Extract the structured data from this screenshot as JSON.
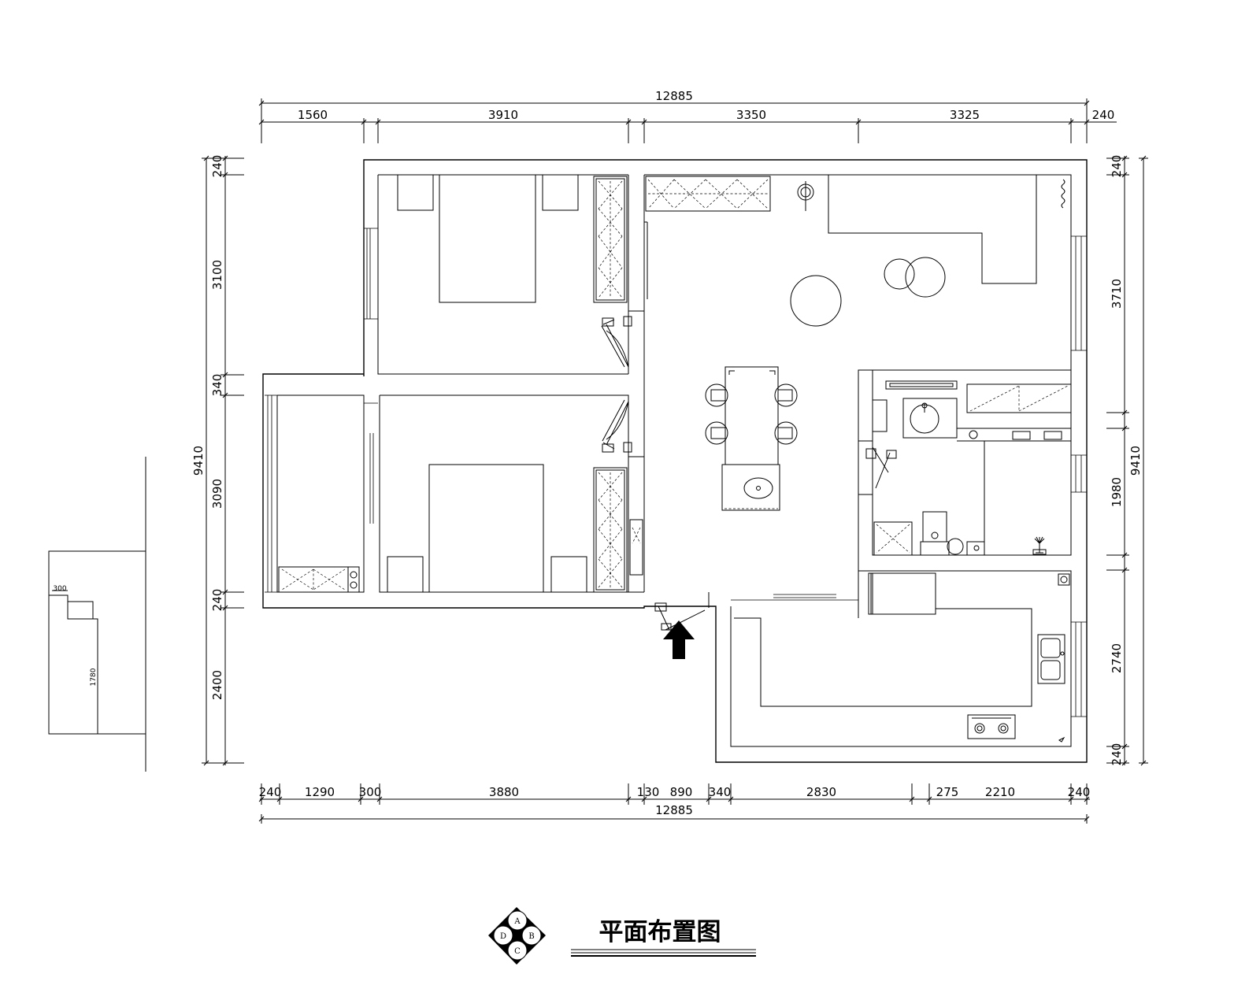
{
  "title": "平面布置图",
  "legend": {
    "a": "A",
    "b": "B",
    "c": "C",
    "d": "D"
  },
  "dimensions": {
    "top_total": "12885",
    "top": [
      "1560",
      "3910",
      "3350",
      "3325",
      "240"
    ],
    "bottom_total": "12885",
    "bottom": [
      "240",
      "1290",
      "300",
      "3880",
      "130",
      "890",
      "340",
      "2830",
      "275",
      "2210",
      "240"
    ],
    "left_total": "9410",
    "left": [
      "240",
      "3100",
      "340",
      "3090",
      "240",
      "2400"
    ],
    "right_total": "9410",
    "right": [
      "240",
      "3710",
      "1980",
      "2740",
      "240"
    ],
    "detail": [
      "300",
      "1780"
    ]
  }
}
